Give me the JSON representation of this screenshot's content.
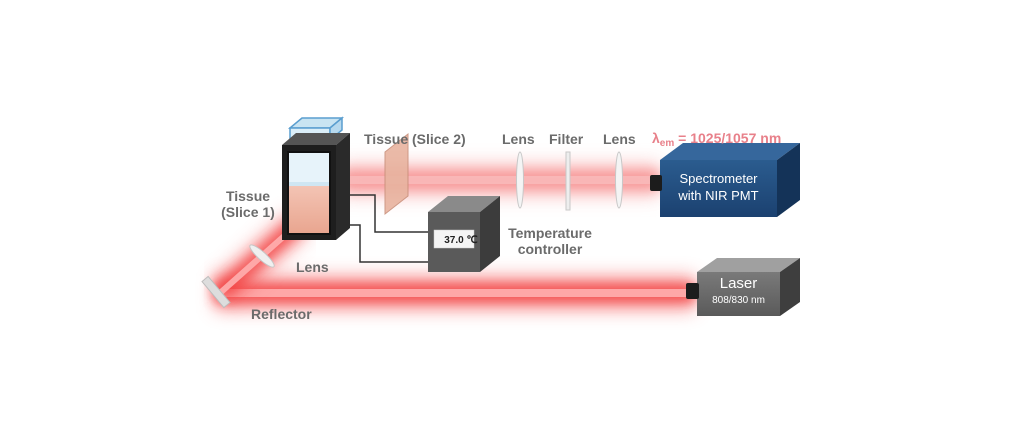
{
  "labels": {
    "tissue_slice2": "Tissue (Slice 2)",
    "lens_1": "Lens",
    "filter": "Filter",
    "lens_2": "Lens",
    "tissue_slice1_line1": "Tissue",
    "tissue_slice1_line2": "(Slice 1)",
    "lens_bottom": "Lens",
    "reflector": "Reflector",
    "temp_controller_line1": "Temperature",
    "temp_controller_line2": "controller"
  },
  "emission": {
    "symbol": "λ",
    "subscript": "em",
    "value": " = 1025/1057 nm"
  },
  "spectrometer": {
    "line1": "Spectrometer",
    "line2": "with NIR PMT"
  },
  "laser": {
    "name": "Laser",
    "wavelengths": "808/830 nm"
  },
  "temperature": {
    "display": "37.0 ℃"
  },
  "colors": {
    "beam": "#f23a3a",
    "spectrometer": "#1f4a78",
    "laser": "#666666",
    "label": "#6b6b6b",
    "emission_label": "#e8808a"
  }
}
